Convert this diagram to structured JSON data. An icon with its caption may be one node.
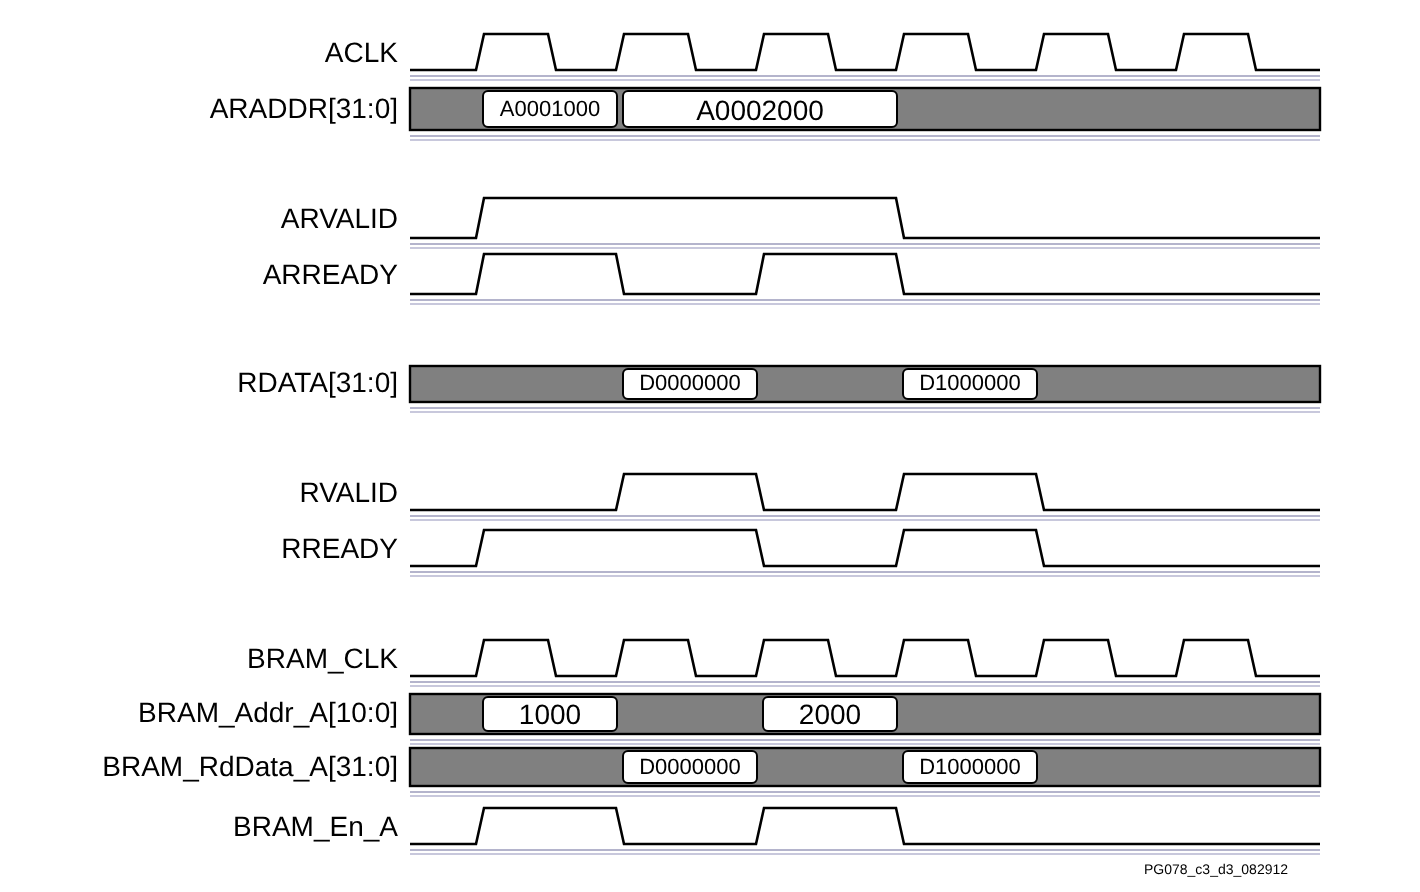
{
  "diagram": {
    "nodes": [
      {
        "text": [
          "A0001000"
        ]
      },
      {
        "text": [
          "A0002000"
        ]
      },
      {
        "text": [
          "D0000000"
        ]
      },
      {
        "text": [
          "D1000000"
        ]
      },
      {
        "text": [
          "1000"
        ]
      },
      {
        "text": [
          "2000"
        ]
      },
      {
        "text": [
          "D0000000"
        ]
      },
      {
        "text": [
          "D1000000"
        ]
      }
    ],
    "labels": [
      "ACLK",
      "ARADDR[31:0]",
      "ARVALID",
      "ARREADY",
      "RDATA[31:0]",
      "RVALID",
      "RREADY",
      "BRAM_CLK",
      "BRAM_Addr_A[10:0]",
      "BRAM_RdData_A[31:0]",
      "BRAM_En_A",
      "PG078_c3_d3_082912"
    ]
  }
}
